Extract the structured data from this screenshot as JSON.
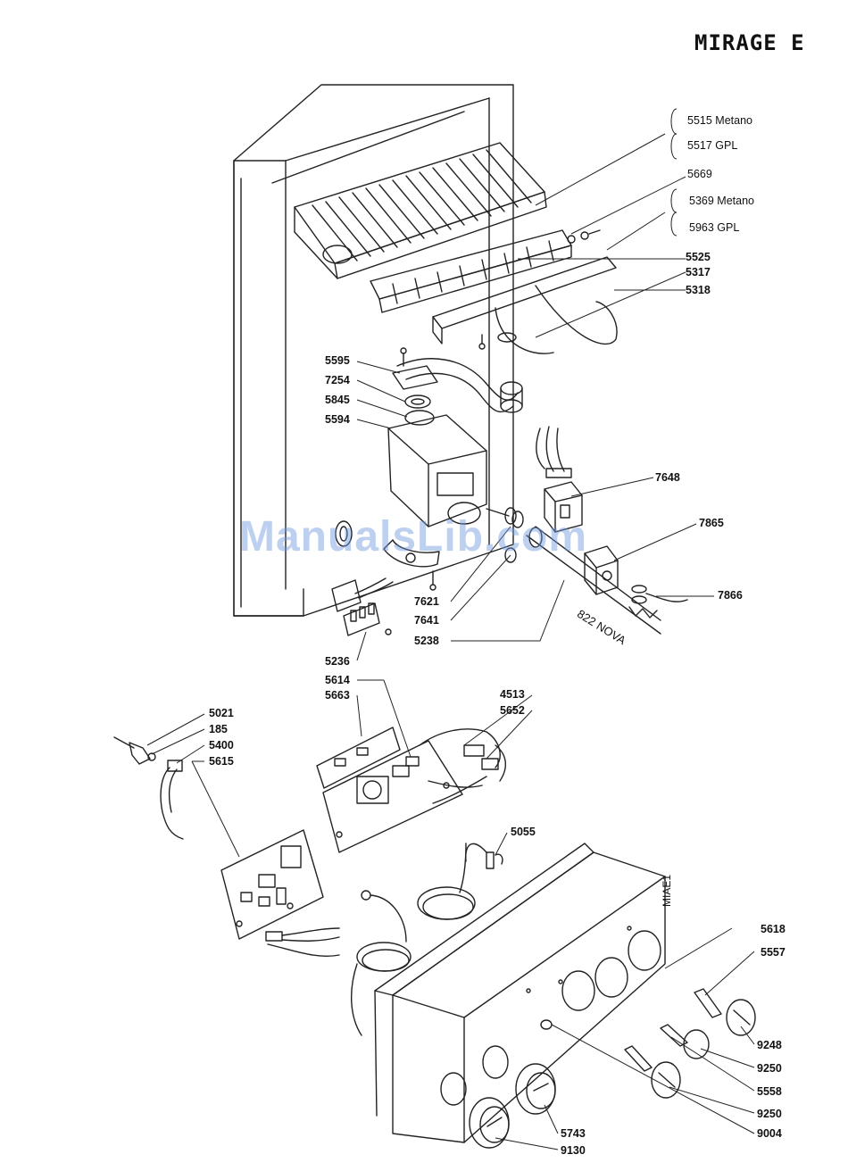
{
  "title": "MIRAGE E",
  "watermark": "ManualsLib.com",
  "side_code": "MIAE1",
  "labels": {
    "l5515": "5515 Metano",
    "l5517": "5517 GPL",
    "l5669": "5669",
    "l5369": "5369 Metano",
    "l5963": "5963 GPL",
    "l5525": "5525",
    "l5317": "5317",
    "l5318": "5318",
    "l5595": "5595",
    "l7254": "7254",
    "l5845": "5845",
    "l5594": "5594",
    "l7648": "7648",
    "l7865": "7865",
    "l7866": "7866",
    "l7621": "7621",
    "l7641": "7641",
    "l5238": "5238",
    "l822": "822 NOVA",
    "l5236": "5236",
    "l5614": "5614",
    "l5663": "5663",
    "l4513": "4513",
    "l5652": "5652",
    "l5021": "5021",
    "l185": "185",
    "l5400": "5400",
    "l5615": "5615",
    "l5055": "5055",
    "l5618": "5618",
    "l5557": "5557",
    "l9248": "9248",
    "l9250a": "9250",
    "l5558": "5558",
    "l9250b": "9250",
    "l5743": "5743",
    "l9004": "9004",
    "l9130": "9130"
  }
}
